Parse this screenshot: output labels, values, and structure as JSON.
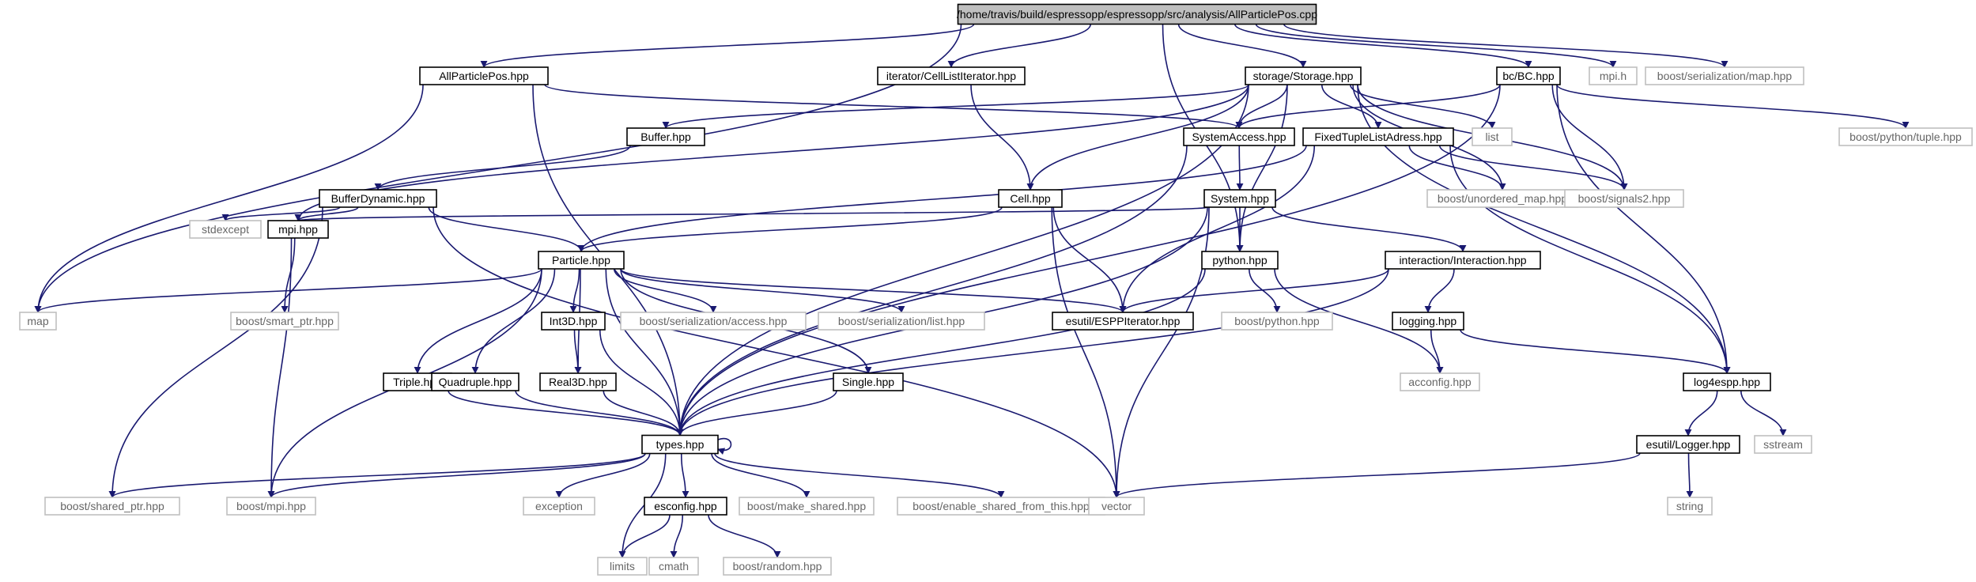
{
  "colors": {
    "edge": "#191970",
    "header_border": "#000000",
    "system_border": "#bfbfbf",
    "root_fill": "#bfbfbf",
    "system_text": "#666666"
  },
  "nodes": [
    {
      "id": "root",
      "label": "/home/travis/build/espressopp/espressopp/src/analysis/AllParticlePos.cpp",
      "kind": "root"
    },
    {
      "id": "allpp",
      "label": "AllParticlePos.hpp",
      "kind": "header"
    },
    {
      "id": "cli",
      "label": "iterator/CellListIterator.hpp",
      "kind": "header"
    },
    {
      "id": "storage",
      "label": "storage/Storage.hpp",
      "kind": "header"
    },
    {
      "id": "bc",
      "label": "bc/BC.hpp",
      "kind": "header"
    },
    {
      "id": "mpih",
      "label": "mpi.h",
      "kind": "system"
    },
    {
      "id": "bsmap",
      "label": "boost/serialization/map.hpp",
      "kind": "system"
    },
    {
      "id": "buffer",
      "label": "Buffer.hpp",
      "kind": "header"
    },
    {
      "id": "sysacc",
      "label": "SystemAccess.hpp",
      "kind": "header"
    },
    {
      "id": "ftla",
      "label": "FixedTupleListAdress.hpp",
      "kind": "header"
    },
    {
      "id": "list",
      "label": "list",
      "kind": "system"
    },
    {
      "id": "bptuple",
      "label": "boost/python/tuple.hpp",
      "kind": "system"
    },
    {
      "id": "bufdyn",
      "label": "BufferDynamic.hpp",
      "kind": "header"
    },
    {
      "id": "cell",
      "label": "Cell.hpp",
      "kind": "header"
    },
    {
      "id": "system",
      "label": "System.hpp",
      "kind": "header"
    },
    {
      "id": "bumap",
      "label": "boost/unordered_map.hpp",
      "kind": "system"
    },
    {
      "id": "bsig2",
      "label": "boost/signals2.hpp",
      "kind": "system"
    },
    {
      "id": "stdexcept",
      "label": "stdexcept",
      "kind": "system"
    },
    {
      "id": "mpihpp",
      "label": "mpi.hpp",
      "kind": "header"
    },
    {
      "id": "particle",
      "label": "Particle.hpp",
      "kind": "header"
    },
    {
      "id": "python",
      "label": "python.hpp",
      "kind": "header"
    },
    {
      "id": "interaction",
      "label": "interaction/Interaction.hpp",
      "kind": "header"
    },
    {
      "id": "map",
      "label": "map",
      "kind": "system"
    },
    {
      "id": "bsmart",
      "label": "boost/smart_ptr.hpp",
      "kind": "system"
    },
    {
      "id": "int3d",
      "label": "Int3D.hpp",
      "kind": "header"
    },
    {
      "id": "bsaccess",
      "label": "boost/serialization/access.hpp",
      "kind": "system"
    },
    {
      "id": "bslist",
      "label": "boost/serialization/list.hpp",
      "kind": "system"
    },
    {
      "id": "esppit",
      "label": "esutil/ESPPIterator.hpp",
      "kind": "header"
    },
    {
      "id": "bpython",
      "label": "boost/python.hpp",
      "kind": "system"
    },
    {
      "id": "logging",
      "label": "logging.hpp",
      "kind": "header"
    },
    {
      "id": "triple",
      "label": "Triple.hpp",
      "kind": "header"
    },
    {
      "id": "quadruple",
      "label": "Quadruple.hpp",
      "kind": "header"
    },
    {
      "id": "real3d",
      "label": "Real3D.hpp",
      "kind": "header"
    },
    {
      "id": "single",
      "label": "Single.hpp",
      "kind": "header"
    },
    {
      "id": "acconfig",
      "label": "acconfig.hpp",
      "kind": "system"
    },
    {
      "id": "log4espp",
      "label": "log4espp.hpp",
      "kind": "header"
    },
    {
      "id": "types",
      "label": "types.hpp",
      "kind": "header"
    },
    {
      "id": "sstream",
      "label": "sstream",
      "kind": "system"
    },
    {
      "id": "logger",
      "label": "esutil/Logger.hpp",
      "kind": "header"
    },
    {
      "id": "bshared",
      "label": "boost/shared_ptr.hpp",
      "kind": "system"
    },
    {
      "id": "bmpi",
      "label": "boost/mpi.hpp",
      "kind": "system"
    },
    {
      "id": "exception",
      "label": "exception",
      "kind": "system"
    },
    {
      "id": "esconfig",
      "label": "esconfig.hpp",
      "kind": "header"
    },
    {
      "id": "bmake",
      "label": "boost/make_shared.hpp",
      "kind": "system"
    },
    {
      "id": "benable",
      "label": "boost/enable_shared_from_this.hpp",
      "kind": "system"
    },
    {
      "id": "vector",
      "label": "vector",
      "kind": "system"
    },
    {
      "id": "string",
      "label": "string",
      "kind": "system"
    },
    {
      "id": "limits",
      "label": "limits",
      "kind": "system"
    },
    {
      "id": "cmath",
      "label": "cmath",
      "kind": "system"
    },
    {
      "id": "brandom",
      "label": "boost/random.hpp",
      "kind": "system"
    }
  ],
  "edges": [
    [
      "root",
      "allpp"
    ],
    [
      "root",
      "cli"
    ],
    [
      "root",
      "storage"
    ],
    [
      "root",
      "bc"
    ],
    [
      "root",
      "mpih"
    ],
    [
      "root",
      "bsmap"
    ],
    [
      "root",
      "map"
    ],
    [
      "root",
      "python"
    ],
    [
      "allpp",
      "sysacc"
    ],
    [
      "allpp",
      "map"
    ],
    [
      "allpp",
      "types"
    ],
    [
      "cli",
      "cell"
    ],
    [
      "storage",
      "buffer"
    ],
    [
      "storage",
      "sysacc"
    ],
    [
      "storage",
      "ftla"
    ],
    [
      "storage",
      "list"
    ],
    [
      "storage",
      "cell"
    ],
    [
      "storage",
      "mpihpp"
    ],
    [
      "storage",
      "python"
    ],
    [
      "storage",
      "bumap"
    ],
    [
      "storage",
      "bsig2"
    ],
    [
      "storage",
      "log4espp"
    ],
    [
      "storage",
      "types"
    ],
    [
      "bc",
      "sysacc"
    ],
    [
      "bc",
      "bsig2"
    ],
    [
      "bc",
      "bptuple"
    ],
    [
      "bc",
      "log4espp"
    ],
    [
      "bc",
      "types"
    ],
    [
      "buffer",
      "bufdyn"
    ],
    [
      "bufdyn",
      "particle"
    ],
    [
      "bufdyn",
      "mpihpp"
    ],
    [
      "bufdyn",
      "stdexcept"
    ],
    [
      "bufdyn",
      "bshared"
    ],
    [
      "bufdyn",
      "vector"
    ],
    [
      "sysacc",
      "system"
    ],
    [
      "sysacc",
      "types"
    ],
    [
      "ftla",
      "particle"
    ],
    [
      "ftla",
      "esppit"
    ],
    [
      "ftla",
      "bumap"
    ],
    [
      "ftla",
      "bsig2"
    ],
    [
      "ftla",
      "log4espp"
    ],
    [
      "cell",
      "particle"
    ],
    [
      "cell",
      "esppit"
    ],
    [
      "cell",
      "vector"
    ],
    [
      "system",
      "python"
    ],
    [
      "system",
      "mpihpp"
    ],
    [
      "system",
      "interaction"
    ],
    [
      "system",
      "types"
    ],
    [
      "system",
      "vector"
    ],
    [
      "mpihpp",
      "bsmart"
    ],
    [
      "mpihpp",
      "bmpi"
    ],
    [
      "particle",
      "map"
    ],
    [
      "particle",
      "int3d"
    ],
    [
      "particle",
      "real3d"
    ],
    [
      "particle",
      "triple"
    ],
    [
      "particle",
      "quadruple"
    ],
    [
      "particle",
      "single"
    ],
    [
      "particle",
      "bsaccess"
    ],
    [
      "particle",
      "bslist"
    ],
    [
      "particle",
      "esppit"
    ],
    [
      "particle",
      "types"
    ],
    [
      "particle",
      "bmpi"
    ],
    [
      "python",
      "bpython"
    ],
    [
      "python",
      "acconfig"
    ],
    [
      "python",
      "types"
    ],
    [
      "interaction",
      "esppit"
    ],
    [
      "interaction",
      "logging"
    ],
    [
      "interaction",
      "types"
    ],
    [
      "logging",
      "acconfig"
    ],
    [
      "logging",
      "log4espp"
    ],
    [
      "int3d",
      "real3d"
    ],
    [
      "int3d",
      "types"
    ],
    [
      "triple",
      "types"
    ],
    [
      "quadruple",
      "types"
    ],
    [
      "real3d",
      "types"
    ],
    [
      "single",
      "types"
    ],
    [
      "log4espp",
      "logger"
    ],
    [
      "log4espp",
      "sstream"
    ],
    [
      "logger",
      "vector"
    ],
    [
      "logger",
      "string"
    ],
    [
      "types",
      "bshared"
    ],
    [
      "types",
      "bmpi"
    ],
    [
      "types",
      "exception"
    ],
    [
      "types",
      "limits"
    ],
    [
      "types",
      "esconfig"
    ],
    [
      "types",
      "bmake"
    ],
    [
      "types",
      "benable"
    ],
    [
      "types",
      "types"
    ],
    [
      "esconfig",
      "limits"
    ],
    [
      "esconfig",
      "cmath"
    ],
    [
      "esconfig",
      "brandom"
    ]
  ]
}
